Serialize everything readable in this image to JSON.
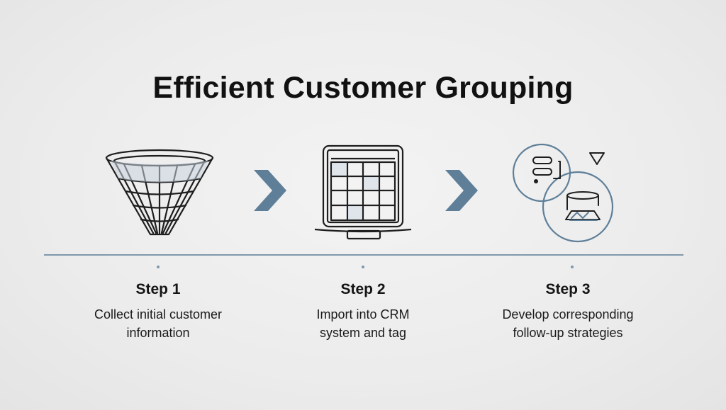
{
  "title": "Efficient Customer Grouping",
  "colors": {
    "accent": "#5f7f99",
    "line": "#7f98ad",
    "background": "#ececec",
    "ink": "#1e1e1e"
  },
  "icons": [
    "funnel-icon",
    "crm-monitor-icon",
    "strategy-bubbles-icon"
  ],
  "steps": [
    {
      "title": "Step 1",
      "line1": "Collect initial customer",
      "line2": "information"
    },
    {
      "title": "Step 2",
      "line1": "Import into CRM",
      "line2": "system and tag"
    },
    {
      "title": "Step 3",
      "line1": "Develop corresponding",
      "line2": "follow-up strategies"
    }
  ]
}
